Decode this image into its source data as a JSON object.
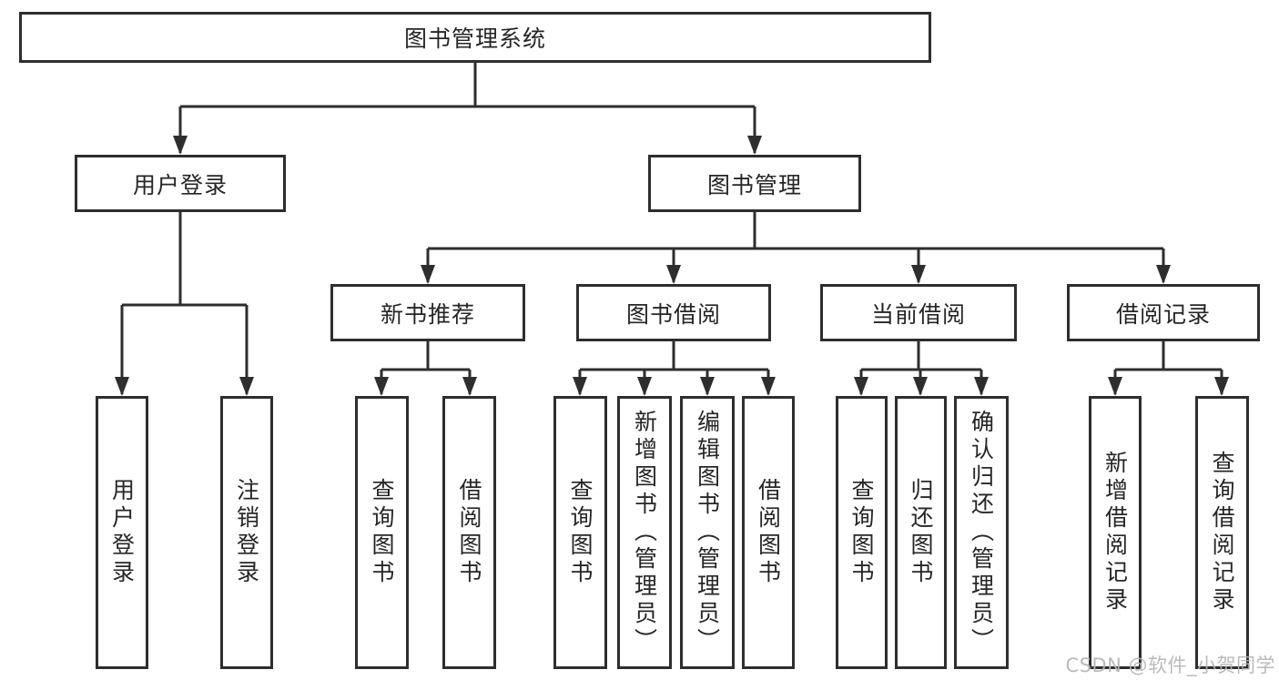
{
  "colors": {
    "line": "#2e2e2e",
    "text": "#262626",
    "background": "#ffffff",
    "watermark": "#b5b5b5"
  },
  "tree": {
    "root": "图书管理系统",
    "branches": [
      {
        "label": "用户登录",
        "leaves": [
          "用户登录",
          "注销登录"
        ]
      },
      {
        "label": "图书管理",
        "sections": [
          {
            "label": "新书推荐",
            "leaves": [
              "查询图书",
              "借阅图书"
            ]
          },
          {
            "label": "图书借阅",
            "leaves": [
              "查询图书",
              "新增图书（管理员）",
              "编辑图书（管理员）",
              "借阅图书"
            ]
          },
          {
            "label": "当前借阅",
            "leaves": [
              "查询图书",
              "归还图书",
              "确认归还（管理员）"
            ]
          },
          {
            "label": "借阅记录",
            "leaves": [
              "新增借阅记录",
              "查询借阅记录"
            ]
          }
        ]
      }
    ]
  },
  "watermark": "CSDN @软件_小贺同学"
}
